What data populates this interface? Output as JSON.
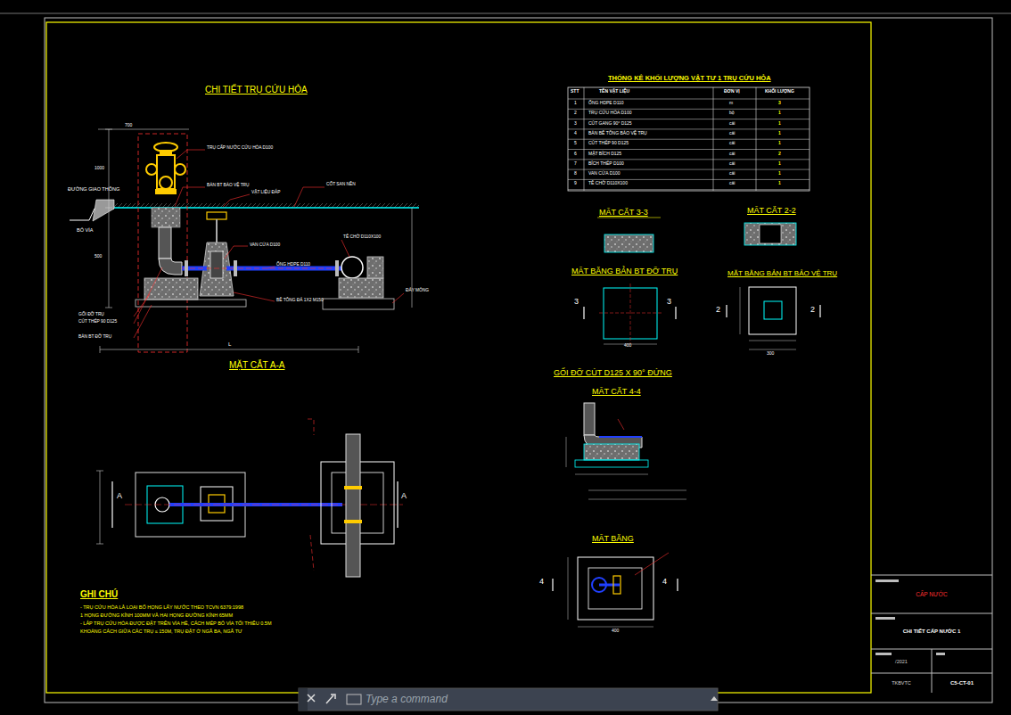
{
  "diagram": {
    "title": "CHI TIẾT TRỤ CỨU HỎA",
    "nodes": [
      {
        "text": [
          "CẤP NƯỚC"
        ]
      },
      {
        "text": [
          "CHI TIẾT CẤP NƯỚC 1"
        ]
      },
      {
        "text": [
          "/2021"
        ]
      },
      {
        "text": [
          "TKBVTC"
        ]
      },
      {
        "text": [
          "C5-CT-01"
        ]
      },
      {
        "text": [
          "Type a command"
        ]
      }
    ],
    "labels": [
      "MẶT CẮT A-A",
      "THỐNG KÊ KHỐI LƯỢNG VẬT TƯ 1 TRỤ CỨU HỎA",
      "MẶT CẮT 3-3",
      "MẶT CẮT 2-2",
      "MẶT BẰNG BẢN BT ĐỠ TRỤ",
      "MẶT BẰNG BẢN BT BẢO VỆ TRỤ",
      "GỐI ĐỠ CÚT D125 X 90° ĐỨNG",
      "MẶT CẮT 4-4",
      "MẶT BẰNG",
      "GHI CHÚ",
      "- TRỤ CỨU HỎA LÀ LOẠI BỐ HỌNG LẤY NƯỚC THEO TCVN 6379:1998",
      "1 HỌNG ĐƯỜNG KÍNH 100MM VÀ HAI HỌNG ĐƯỜNG KÍNH 65MM",
      "- LẮP TRỤ CỨU HỎA ĐƯỢC ĐẶT TRÊN VỈA HÈ, CÁCH MÉP BÓ VỈA TỐI THIỂU 0.5M",
      "KHOẢNG CÁCH GIỮA CÁC TRỤ ≤ 150M, TRỤ ĐẶT Ở NGÃ BA, NGÃ TƯ",
      "ĐƯỜNG GIAO THÔNG",
      "BÓ VỈA",
      "3",
      "3",
      "2",
      "2",
      "4",
      "4",
      "A",
      "A",
      "STT",
      "TÊN VẬT LIỆU",
      "ĐƠN VỊ",
      "KHỐI LƯỢNG",
      "1",
      "ỐNG HDPE D110",
      "m",
      "3",
      "2",
      "TRỤ CỨU HỎA D100",
      "bộ",
      "1",
      "3",
      "CÚT GANG 90° D125",
      "cái",
      "1",
      "4",
      "BẢN BÊ TÔNG BẢO VỆ TRỤ",
      "cái",
      "1",
      "5",
      "CÚT THÉP 90 D125",
      "cái",
      "1",
      "6",
      "MẶT BÍCH D125",
      "cái",
      "2",
      "7",
      "BÍCH THÉP D100",
      "cái",
      "1",
      "8",
      "VAN CỬA D100",
      "cái",
      "1",
      "9",
      "TÊ CHỜ D110X100",
      "cái",
      "1",
      "TRỤ CẤP NƯỚC CỨU HỎA D100",
      "BẢN BT BẢO VỆ TRỤ",
      "VẬT LIỆU ĐẮP",
      "CỐT SAN NỀN",
      "VAN CỬA D100",
      "ỐNG HDPE D110",
      "TÊ CHỜ D110X100",
      "GỐI ĐỠ TRỤ",
      "CÚT THÉP 90 D125",
      "BẢN BT ĐỠ TRỤ",
      "BÊ TÔNG ĐÁ 1X2 M150",
      "ĐÁY MÓNG",
      "700",
      "1000",
      "500",
      "L",
      "400",
      "300",
      "400"
    ]
  }
}
